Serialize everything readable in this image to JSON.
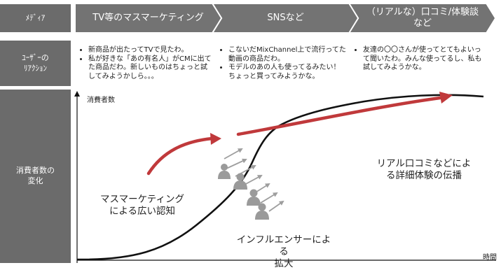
{
  "rows": {
    "media": "ﾒﾃﾞｨｱ",
    "reaction": "ﾕｰｻﾞｰの\nﾘｱｸｼｮﾝ",
    "consumer_change": "消費者数の\n変化"
  },
  "media": [
    {
      "label": "TV等のマスマーケティング"
    },
    {
      "label": "SNSなど"
    },
    {
      "label": "（リアルな）口コミ/体験談\nなど"
    }
  ],
  "reactions": [
    {
      "items": [
        "新商品が出たってTVで見たわ。",
        "私が好きな「あの有名人」がCMに出てた商品だわ。新しいものはちょっと試してみようかしら。。。"
      ]
    },
    {
      "items": [
        "こないだMixChannel上で流行ってた動画の商品だわ。",
        "モデルのあの人も使ってるみたい！ちょっと買ってみようかな。"
      ]
    },
    {
      "items": [
        "友達の〇〇さんが使ってとてもよいって聞いたわ。みんな使ってるし、私も試してみようかな。"
      ]
    }
  ],
  "chart": {
    "ylabel": "消費者数",
    "xlabel": "時間",
    "annotations": {
      "mass": "マスマーケティング\nによる広い認知",
      "influencer": "インフルエンサーによる\n拡大",
      "word_of_mouth": "リアル口コミなどによ\nる詳細体験の伝播"
    }
  },
  "colors": {
    "header": "#737373",
    "rowhead": "#6b6b6b",
    "arrow": "#c0393b",
    "curve": "#111111",
    "gray_arrow": "#9e9e9e",
    "people": "#9a9a9a"
  }
}
